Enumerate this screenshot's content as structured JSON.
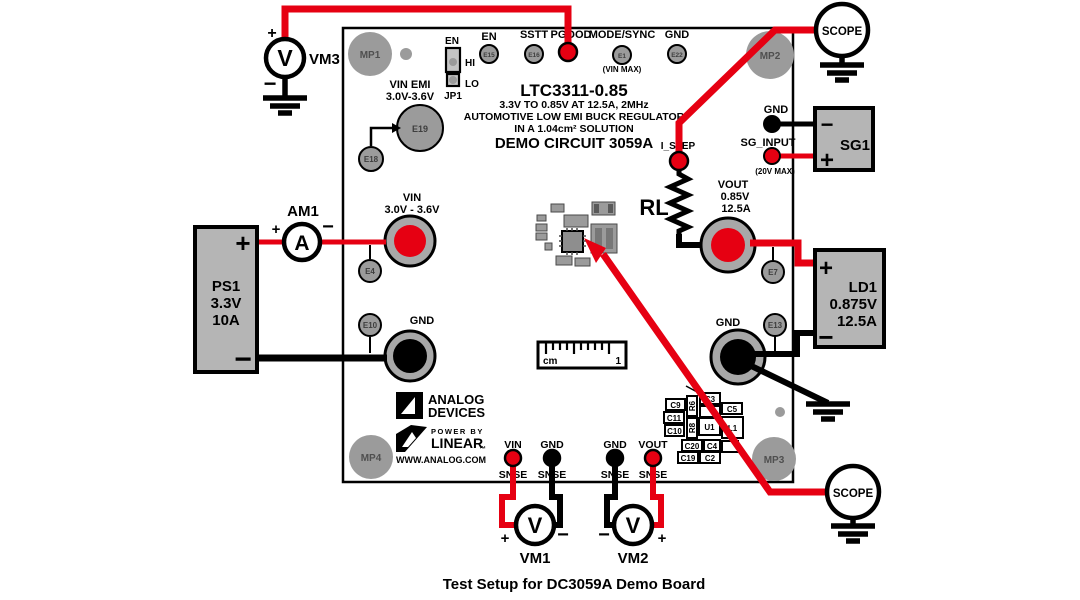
{
  "colors": {
    "wire_red": "#e60012",
    "wire_black": "#000000",
    "pcb_pad_gray": "#9b9b9b",
    "instrument_box_gray": "#b5b5b5"
  },
  "caption": "Test Setup for DC3059A Demo Board",
  "instruments": {
    "vm3": {
      "label": "VM3",
      "symbol": "V",
      "plus": "+",
      "minus": "−"
    },
    "am1": {
      "label": "AM1",
      "symbol": "A",
      "plus": "+",
      "minus": "−"
    },
    "ps1": {
      "line1": "PS1",
      "line2": "3.3V",
      "line3": "10A",
      "plus": "+",
      "minus": "−"
    },
    "sg1": {
      "label": "SG1",
      "plus": "+",
      "minus": "−"
    },
    "ld1": {
      "line1": "LD1",
      "line2": "0.875V",
      "line3": "12.5A",
      "plus": "+",
      "minus": "−"
    },
    "scope_top": {
      "label": "SCOPE"
    },
    "scope_bottom": {
      "label": "SCOPE"
    },
    "vm1": {
      "label": "VM1",
      "symbol": "V",
      "plus": "+",
      "minus": "−"
    },
    "vm2": {
      "label": "VM2",
      "symbol": "V",
      "plus": "+",
      "minus": "−"
    }
  },
  "board": {
    "mounts": {
      "mp1": "MP1",
      "mp2": "MP2",
      "mp3": "MP3",
      "mp4": "MP4"
    },
    "jumper": {
      "label": "EN",
      "hi": "HI",
      "lo": "LO",
      "name": "JP1"
    },
    "pins": {
      "en": {
        "label": "EN",
        "pad": "E15"
      },
      "sstt": {
        "label": "SSTT",
        "pad": "E16"
      },
      "pgood": {
        "label": "PGOOD"
      },
      "mode_sync": {
        "label": "MODE/SYNC",
        "pad": "E1",
        "note": "(VIN MAX)"
      },
      "gnd_top": {
        "label": "GND",
        "pad": "E22"
      },
      "istep": {
        "label": "I_STEP"
      },
      "sg_gnd": {
        "label": "GND"
      },
      "sg_input": {
        "label": "SG_INPUT",
        "note": "(20V MAX)"
      }
    },
    "vin_emi": {
      "label": "VIN EMI",
      "range": "3.0V-3.6V",
      "pad_big": "E19",
      "pad_small": "E18"
    },
    "title": {
      "line1": "LTC3311-0.85",
      "line2": "3.3V TO 0.85V AT 12.5A, 2MHz",
      "line3": "AUTOMOTIVE LOW EMI BUCK REGULATOR",
      "line4": "IN A 1.04cm² SOLUTION",
      "line5": "DEMO CIRCUIT 3059A"
    },
    "vin": {
      "label": "VIN",
      "range": "3.0V - 3.6V",
      "pad": "E4"
    },
    "gnd_left": {
      "label": "GND",
      "pad": "E10"
    },
    "vout": {
      "label": "VOUT",
      "volts": "0.85V",
      "amps": "12.5A",
      "pad": "E7"
    },
    "gnd_right": {
      "label": "GND",
      "pad": "E13"
    },
    "load_resistor": "RL",
    "ruler": {
      "unit": "cm",
      "mark": "1"
    },
    "logo": {
      "line1": "ANALOG",
      "line2": "DEVICES",
      "power_by": "POWER BY",
      "linear": "LINEAR",
      "tm": "™",
      "url": "WWW.ANALOG.COM"
    },
    "sense": {
      "p1": {
        "name": "VIN",
        "sub": "SNSE"
      },
      "p2": {
        "name": "GND",
        "sub": "SNSE"
      },
      "p3": {
        "name": "GND",
        "sub": "SNSE"
      },
      "p4": {
        "name": "VOUT",
        "sub": "SNSE"
      }
    },
    "components": [
      "C9",
      "R6",
      "C3",
      "C5",
      "C11",
      "R8",
      "C10",
      "U1",
      "L1",
      "C20",
      "C4",
      "C19",
      "C2"
    ]
  }
}
